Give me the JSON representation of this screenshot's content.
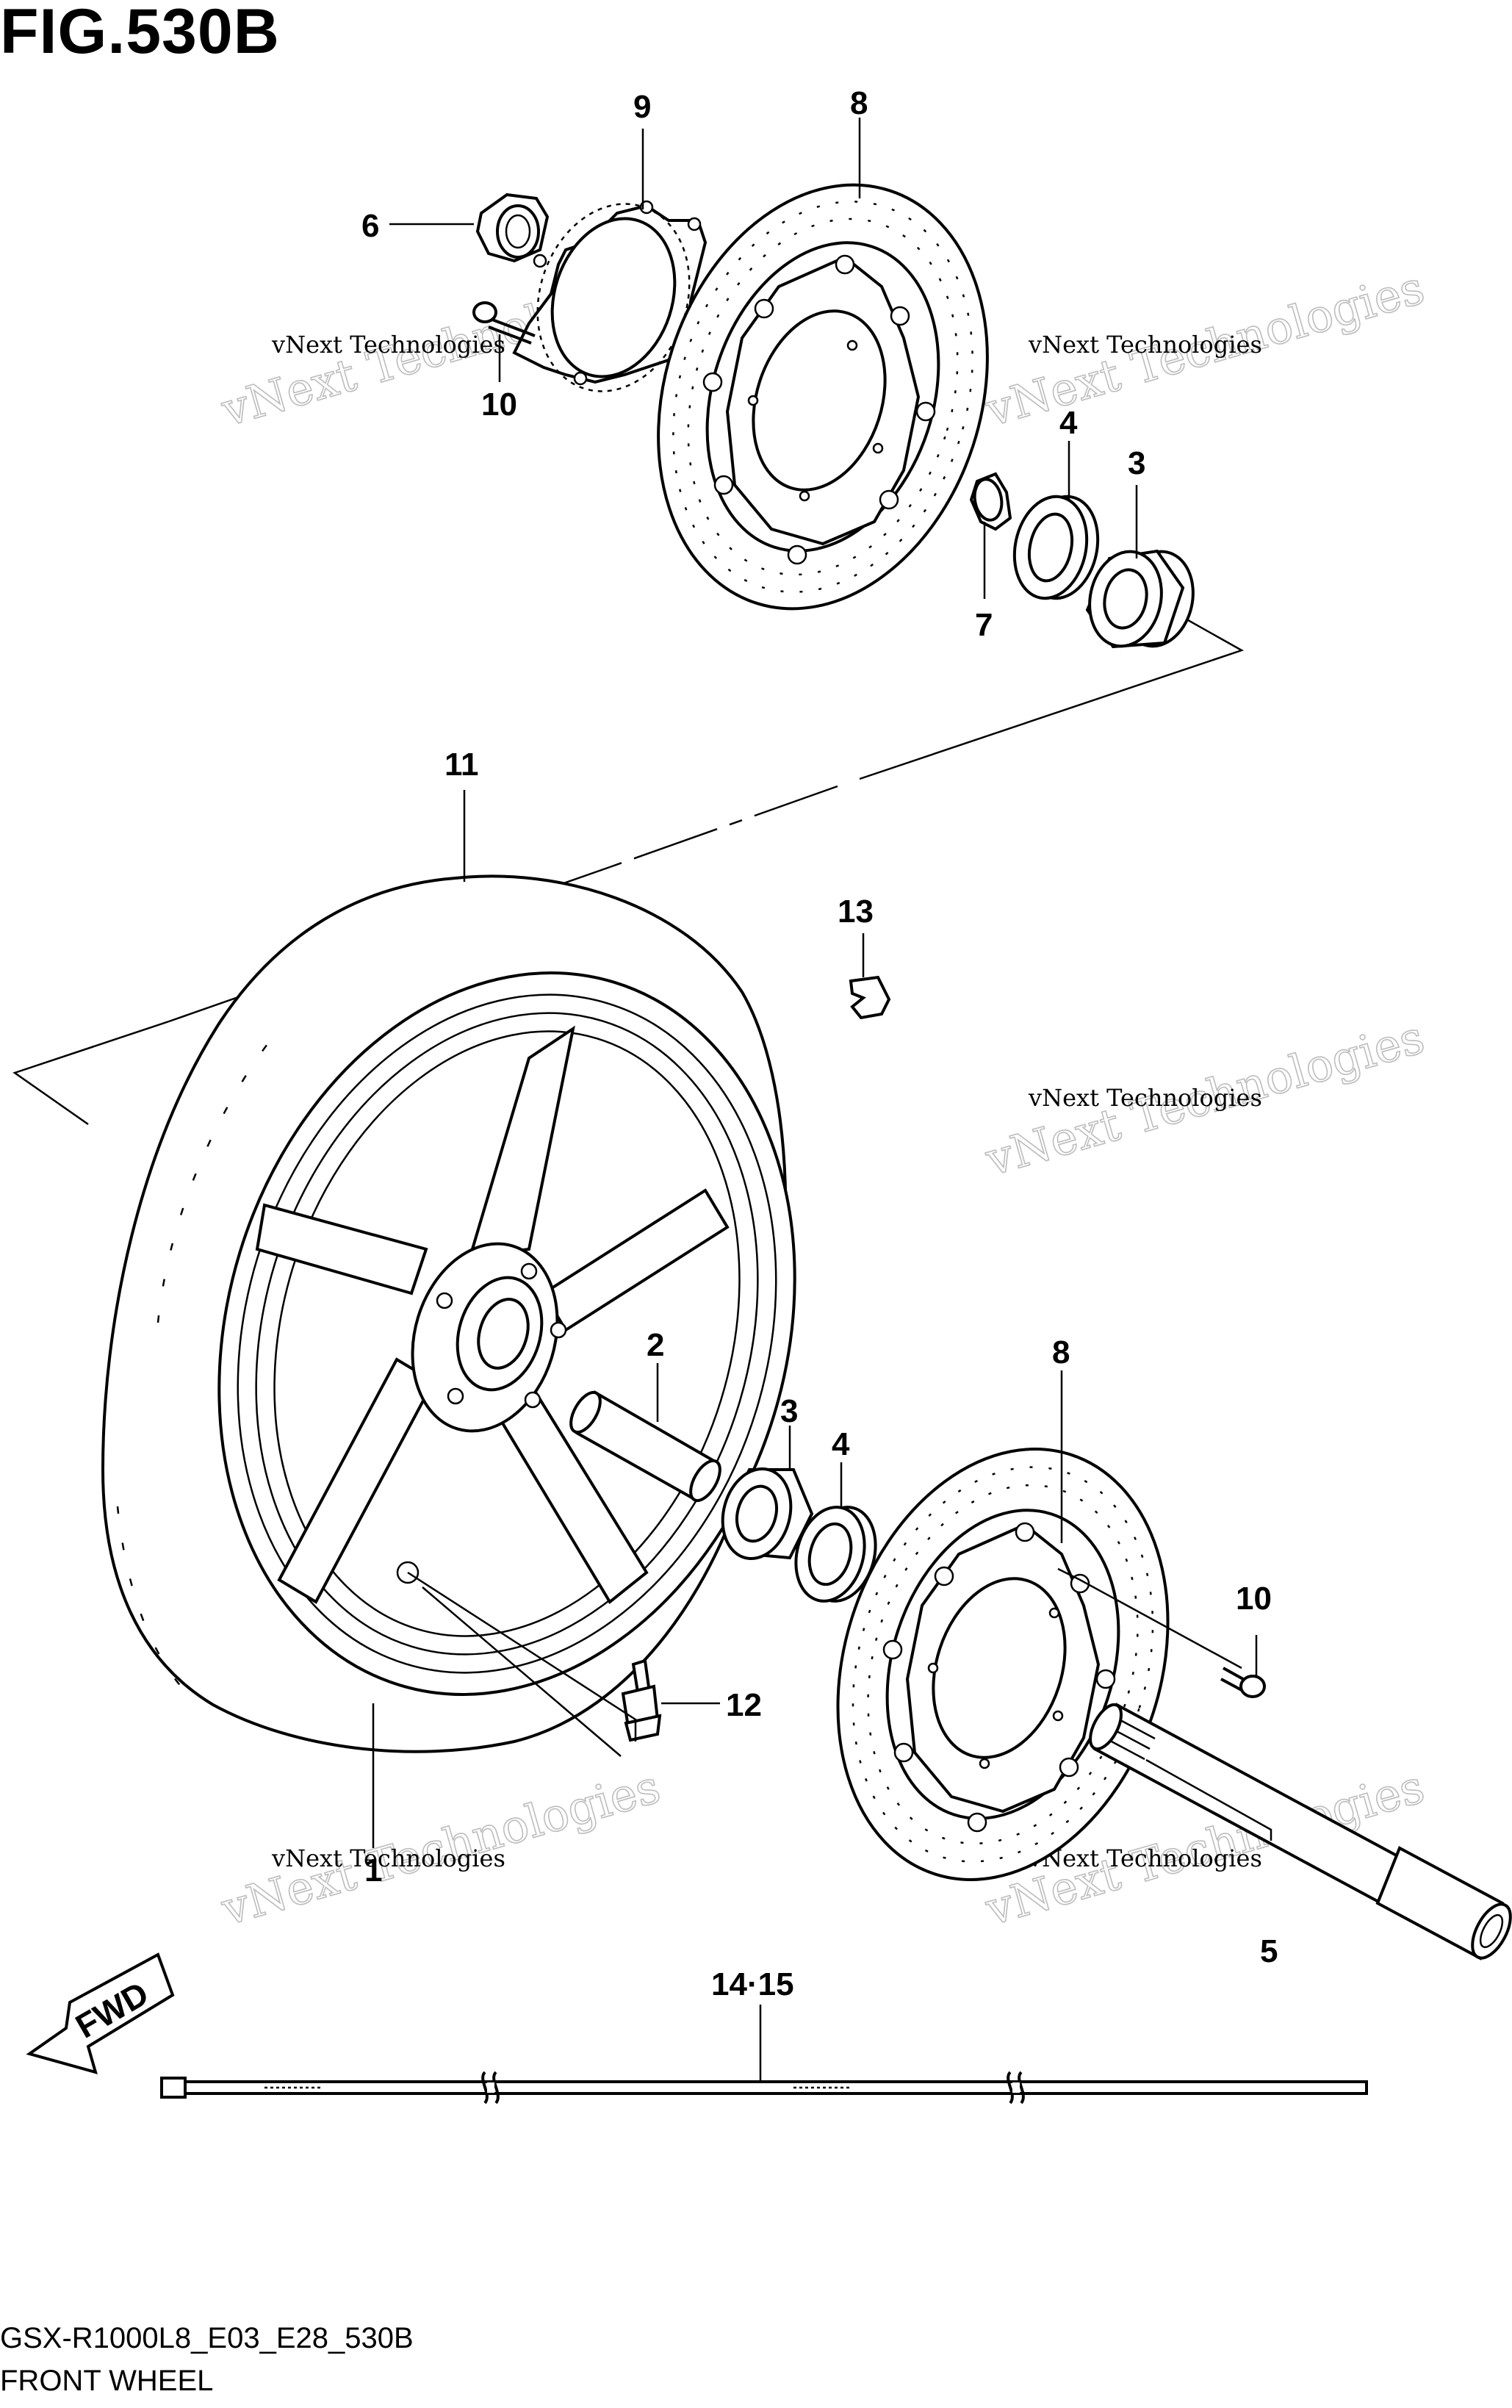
{
  "figure": {
    "title": "FIG.530B",
    "code": "GSX-R1000L8_E03_E28_530B",
    "name": "FRONT WHEEL"
  },
  "watermark": {
    "line1": "vNext Technologies",
    "line2": "vNext Technologies"
  },
  "direction_badge": "FWD",
  "callouts": {
    "c1": "1",
    "c2": "2",
    "c3a": "3",
    "c3b": "3",
    "c4a": "4",
    "c4b": "4",
    "c5": "5",
    "c6": "6",
    "c7": "7",
    "c8a": "8",
    "c8b": "8",
    "c9": "9",
    "c10a": "10",
    "c10b": "10",
    "c11": "11",
    "c12": "12",
    "c13": "13",
    "c1415": "14·15"
  }
}
